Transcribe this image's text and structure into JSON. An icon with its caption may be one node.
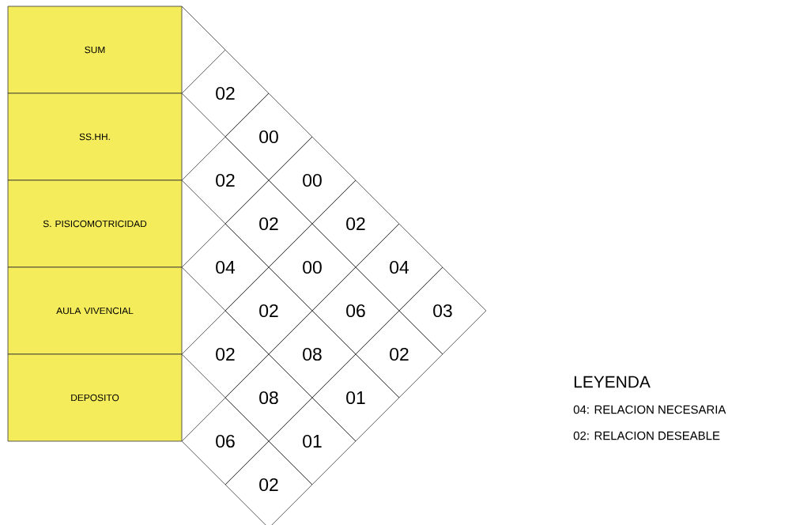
{
  "diagram": {
    "nodes": [
      {
        "text": [
          "SUM"
        ]
      },
      {
        "text": [
          "SS.HH."
        ]
      },
      {
        "text": [
          "S. PISICOMOTRICIDAD"
        ]
      },
      {
        "text": [
          "AULA VIVENCIAL"
        ]
      },
      {
        "text": [
          "DEPOSITO"
        ]
      },
      {
        "text": [
          "02"
        ]
      },
      {
        "text": [
          "00"
        ]
      },
      {
        "text": [
          "02"
        ]
      },
      {
        "text": [
          "00"
        ]
      },
      {
        "text": [
          "02"
        ]
      },
      {
        "text": [
          "02"
        ]
      },
      {
        "text": [
          "04"
        ]
      },
      {
        "text": [
          "00"
        ]
      },
      {
        "text": [
          "04"
        ]
      },
      {
        "text": [
          "02"
        ]
      },
      {
        "text": [
          "06"
        ]
      },
      {
        "text": [
          "03"
        ]
      },
      {
        "text": [
          "02"
        ]
      },
      {
        "text": [
          "08"
        ]
      },
      {
        "text": [
          "02"
        ]
      },
      {
        "text": [
          "08"
        ]
      },
      {
        "text": [
          "01"
        ]
      },
      {
        "text": [
          "06"
        ]
      },
      {
        "text": [
          "01"
        ]
      },
      {
        "text": [
          "02"
        ]
      }
    ],
    "labels": [
      "LEYENDA",
      "04: RELACION NECESARIA",
      "02: RELACION DESEABLE"
    ]
  }
}
